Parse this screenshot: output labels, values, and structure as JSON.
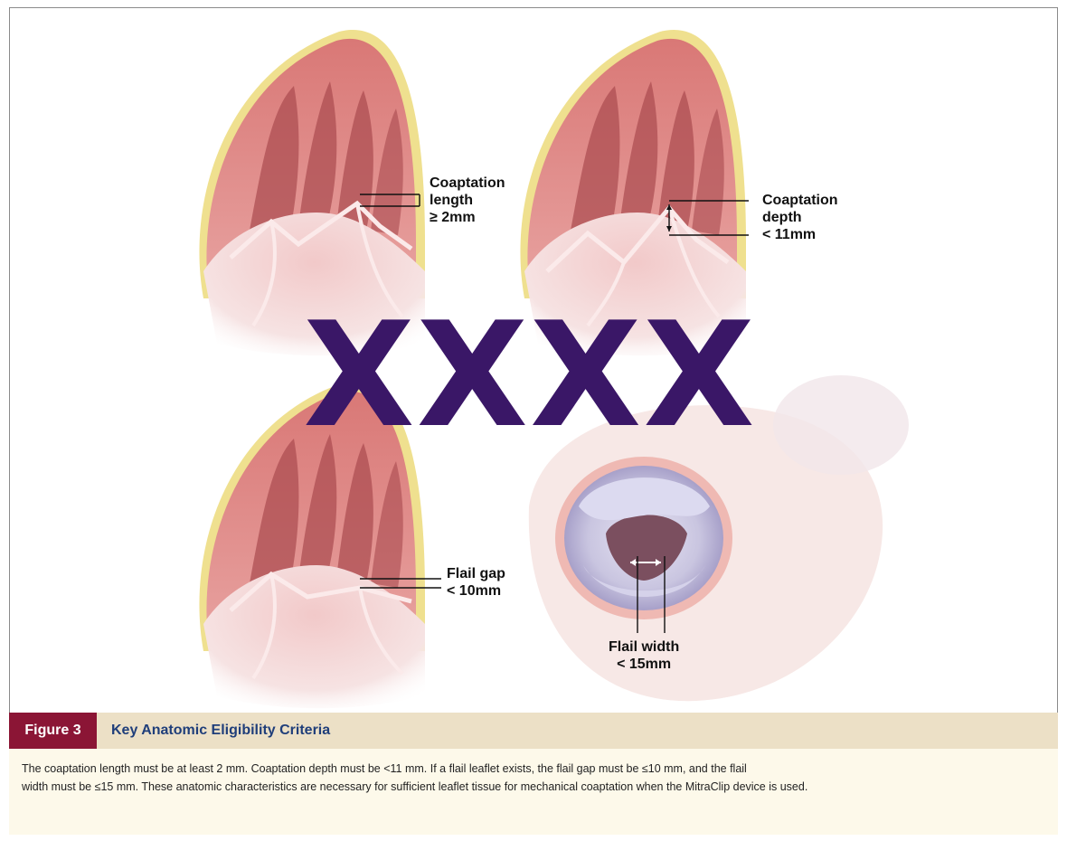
{
  "labels": {
    "coaptation_length": "Coaptation\nlength\n≥ 2mm",
    "coaptation_depth": "Coaptation\ndepth\n< 11mm",
    "flail_gap": "Flail gap\n< 10mm",
    "flail_width": "Flail width\n< 15mm"
  },
  "overlay_text": "XXXX",
  "figure": {
    "tag": "Figure 3",
    "title": "Key Anatomic Eligibility Criteria",
    "caption_line1": "The coaptation length must be at least 2 mm. Coaptation depth must be <11 mm. If a flail leaflet exists, the flail gap must be ≤10 mm, and the flail",
    "caption_line2": "width must be ≤15 mm. These anatomic characteristics are necessary for sufficient leaflet tissue for mechanical coaptation when the MitraClip device is used."
  },
  "colors": {
    "overlay": "#3a1767",
    "figure_tag_bg": "#8b1535",
    "title": "#1f3e7a",
    "caption_bar": "#ece0c6",
    "caption_bg": "#fdf9ea"
  }
}
